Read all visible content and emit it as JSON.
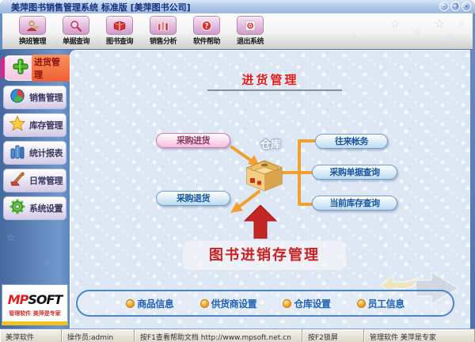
{
  "window": {
    "title": "美萍图书销售管理系统 标准版 [美萍图书公司]",
    "controls": {
      "minimize": "–",
      "maximize": "❐",
      "close": "×"
    }
  },
  "toolbar": {
    "buttons": [
      {
        "label": "换班管理",
        "icon": "user-icon"
      },
      {
        "label": "单据查询",
        "icon": "search-icon"
      },
      {
        "label": "图书查询",
        "icon": "book-icon"
      },
      {
        "label": "销售分析",
        "icon": "bar-chart-icon"
      },
      {
        "label": "软件帮助",
        "icon": "help-icon"
      },
      {
        "label": "退出系统",
        "icon": "exit-icon"
      }
    ]
  },
  "sidebar": {
    "items": [
      {
        "label": "进货管理",
        "icon": "green-cross-icon",
        "active": true
      },
      {
        "label": "销售管理",
        "icon": "pie-chart-icon"
      },
      {
        "label": "库存管理",
        "icon": "star-icon"
      },
      {
        "label": "统计报表",
        "icon": "bars-icon"
      },
      {
        "label": "日常管理",
        "icon": "brush-icon"
      },
      {
        "label": "系统设置",
        "icon": "gear-icon"
      }
    ],
    "logo": {
      "mp": "MP",
      "soft": "SOFT",
      "slogan": "管理软件 美萍是专家"
    }
  },
  "main": {
    "title": "进货管理",
    "diagram": {
      "purchase_in": "采购进货",
      "warehouse_label": "仓库",
      "purchase_return": "采购退货",
      "right_buttons": [
        {
          "label": "往来帐务"
        },
        {
          "label": "采购单据查询"
        },
        {
          "label": "当前库存查询"
        }
      ],
      "caption": "图书进销存管理"
    },
    "bottom_links": [
      {
        "label": "商品信息"
      },
      {
        "label": "供货商设置"
      },
      {
        "label": "仓库设置"
      },
      {
        "label": "员工信息"
      }
    ]
  },
  "statusbar": {
    "sections": [
      "美萍软件",
      "操作员:admin",
      "按F1查看帮助文档 http://www.mpsoft.net.cn",
      "按F2锁屏",
      "管理软件 美萍是专家"
    ]
  },
  "colors": {
    "accent_red": "#cc1f1f",
    "orange": "#f0a030",
    "pill_pink_border": "#d878b0",
    "pill_blue_border": "#6f9fd0",
    "link_blue": "#1f62b5"
  }
}
